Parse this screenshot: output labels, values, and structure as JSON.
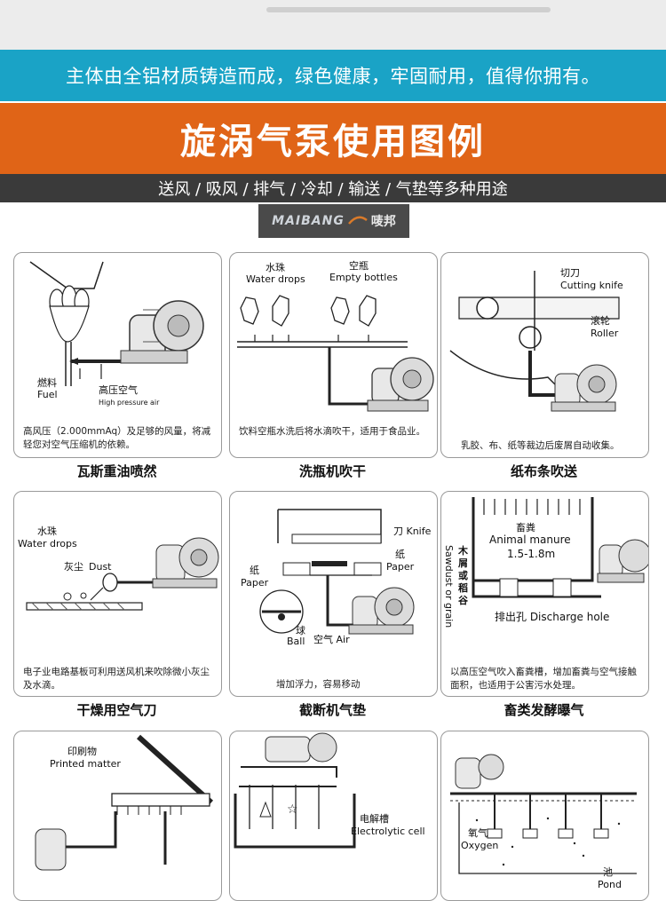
{
  "banner": {
    "tagline": "主体由全铝材质铸造而成，绿色健康，牢固耐用，值得你拥有。",
    "title": "旋涡气泵使用图例",
    "uses": "送风 / 吸风 / 排气 / 冷却 / 输送 / 气垫等多种用途"
  },
  "logo": {
    "en": "MAIBANG",
    "cn": "唛邦"
  },
  "colors": {
    "cyan": "#1aa3c6",
    "orange": "#e06417",
    "dark": "#3a3a3a"
  },
  "panels": [
    {
      "caption": "瓦斯重油喷然",
      "desc": "高风压（2.000mmAq）及足够的风量，将减轻您对空气压缩机的依赖。",
      "labels": {
        "fuel_cn": "燃料",
        "fuel_en": "Fuel",
        "hp_cn": "高压空气",
        "hp_en": "High pressure air"
      }
    },
    {
      "caption": "洗瓶机吹干",
      "desc": "饮料空瓶水洗后将水滴吹干，适用于食品业。",
      "labels": {
        "drops_cn": "水珠",
        "drops_en": "Water drops",
        "bottles_cn": "空瓶",
        "bottles_en": "Empty bottles"
      }
    },
    {
      "caption": "纸布条吹送",
      "desc": "乳胶、布、纸等裁边后废屑自动收集。",
      "labels": {
        "knife_cn": "切刀",
        "knife_en": "Cutting knife",
        "roller_cn": "滚轮",
        "roller_en": "Roller"
      }
    },
    {
      "caption": "干燥用空气刀",
      "desc": "电子业电路基板可利用送风机来吹除微小灰尘及水滴。",
      "labels": {
        "drops_cn": "水珠",
        "drops_en": "Water drops",
        "dust_cn": "灰尘",
        "dust_en": "Dust"
      }
    },
    {
      "caption": "截断机气垫",
      "desc": "增加浮力，容易移动",
      "labels": {
        "knife": "刀 Knife",
        "paper_cn": "纸",
        "paper_en": "Paper",
        "paper2_cn": "纸",
        "paper2_en": "Paper",
        "ball": "球",
        "ball_en": "Ball",
        "air": "空气 Air"
      }
    },
    {
      "caption": "畜类发酵曝气",
      "desc": "以高压空气吹入畜粪槽，增加畜粪与空气接触面积，也适用于公害污水处理。",
      "labels": {
        "manure_cn": "畜粪",
        "manure_en": "Animal manure",
        "depth": "1.5-1.8m",
        "sawdust_cn": "木屑或稻谷",
        "sawdust_en": "Sawdust or grain",
        "hole": "排出孔 Discharge hole"
      }
    },
    {
      "labels": {
        "printed_cn": "印刷物",
        "printed_en": "Printed matter"
      }
    },
    {
      "labels": {
        "cell_cn": "电解槽",
        "cell_en": "Electrolytic cell"
      }
    },
    {
      "labels": {
        "oxygen_cn": "氧气",
        "oxygen_en": "Oxygen",
        "pond_cn": "池",
        "pond_en": "Pond"
      }
    }
  ]
}
